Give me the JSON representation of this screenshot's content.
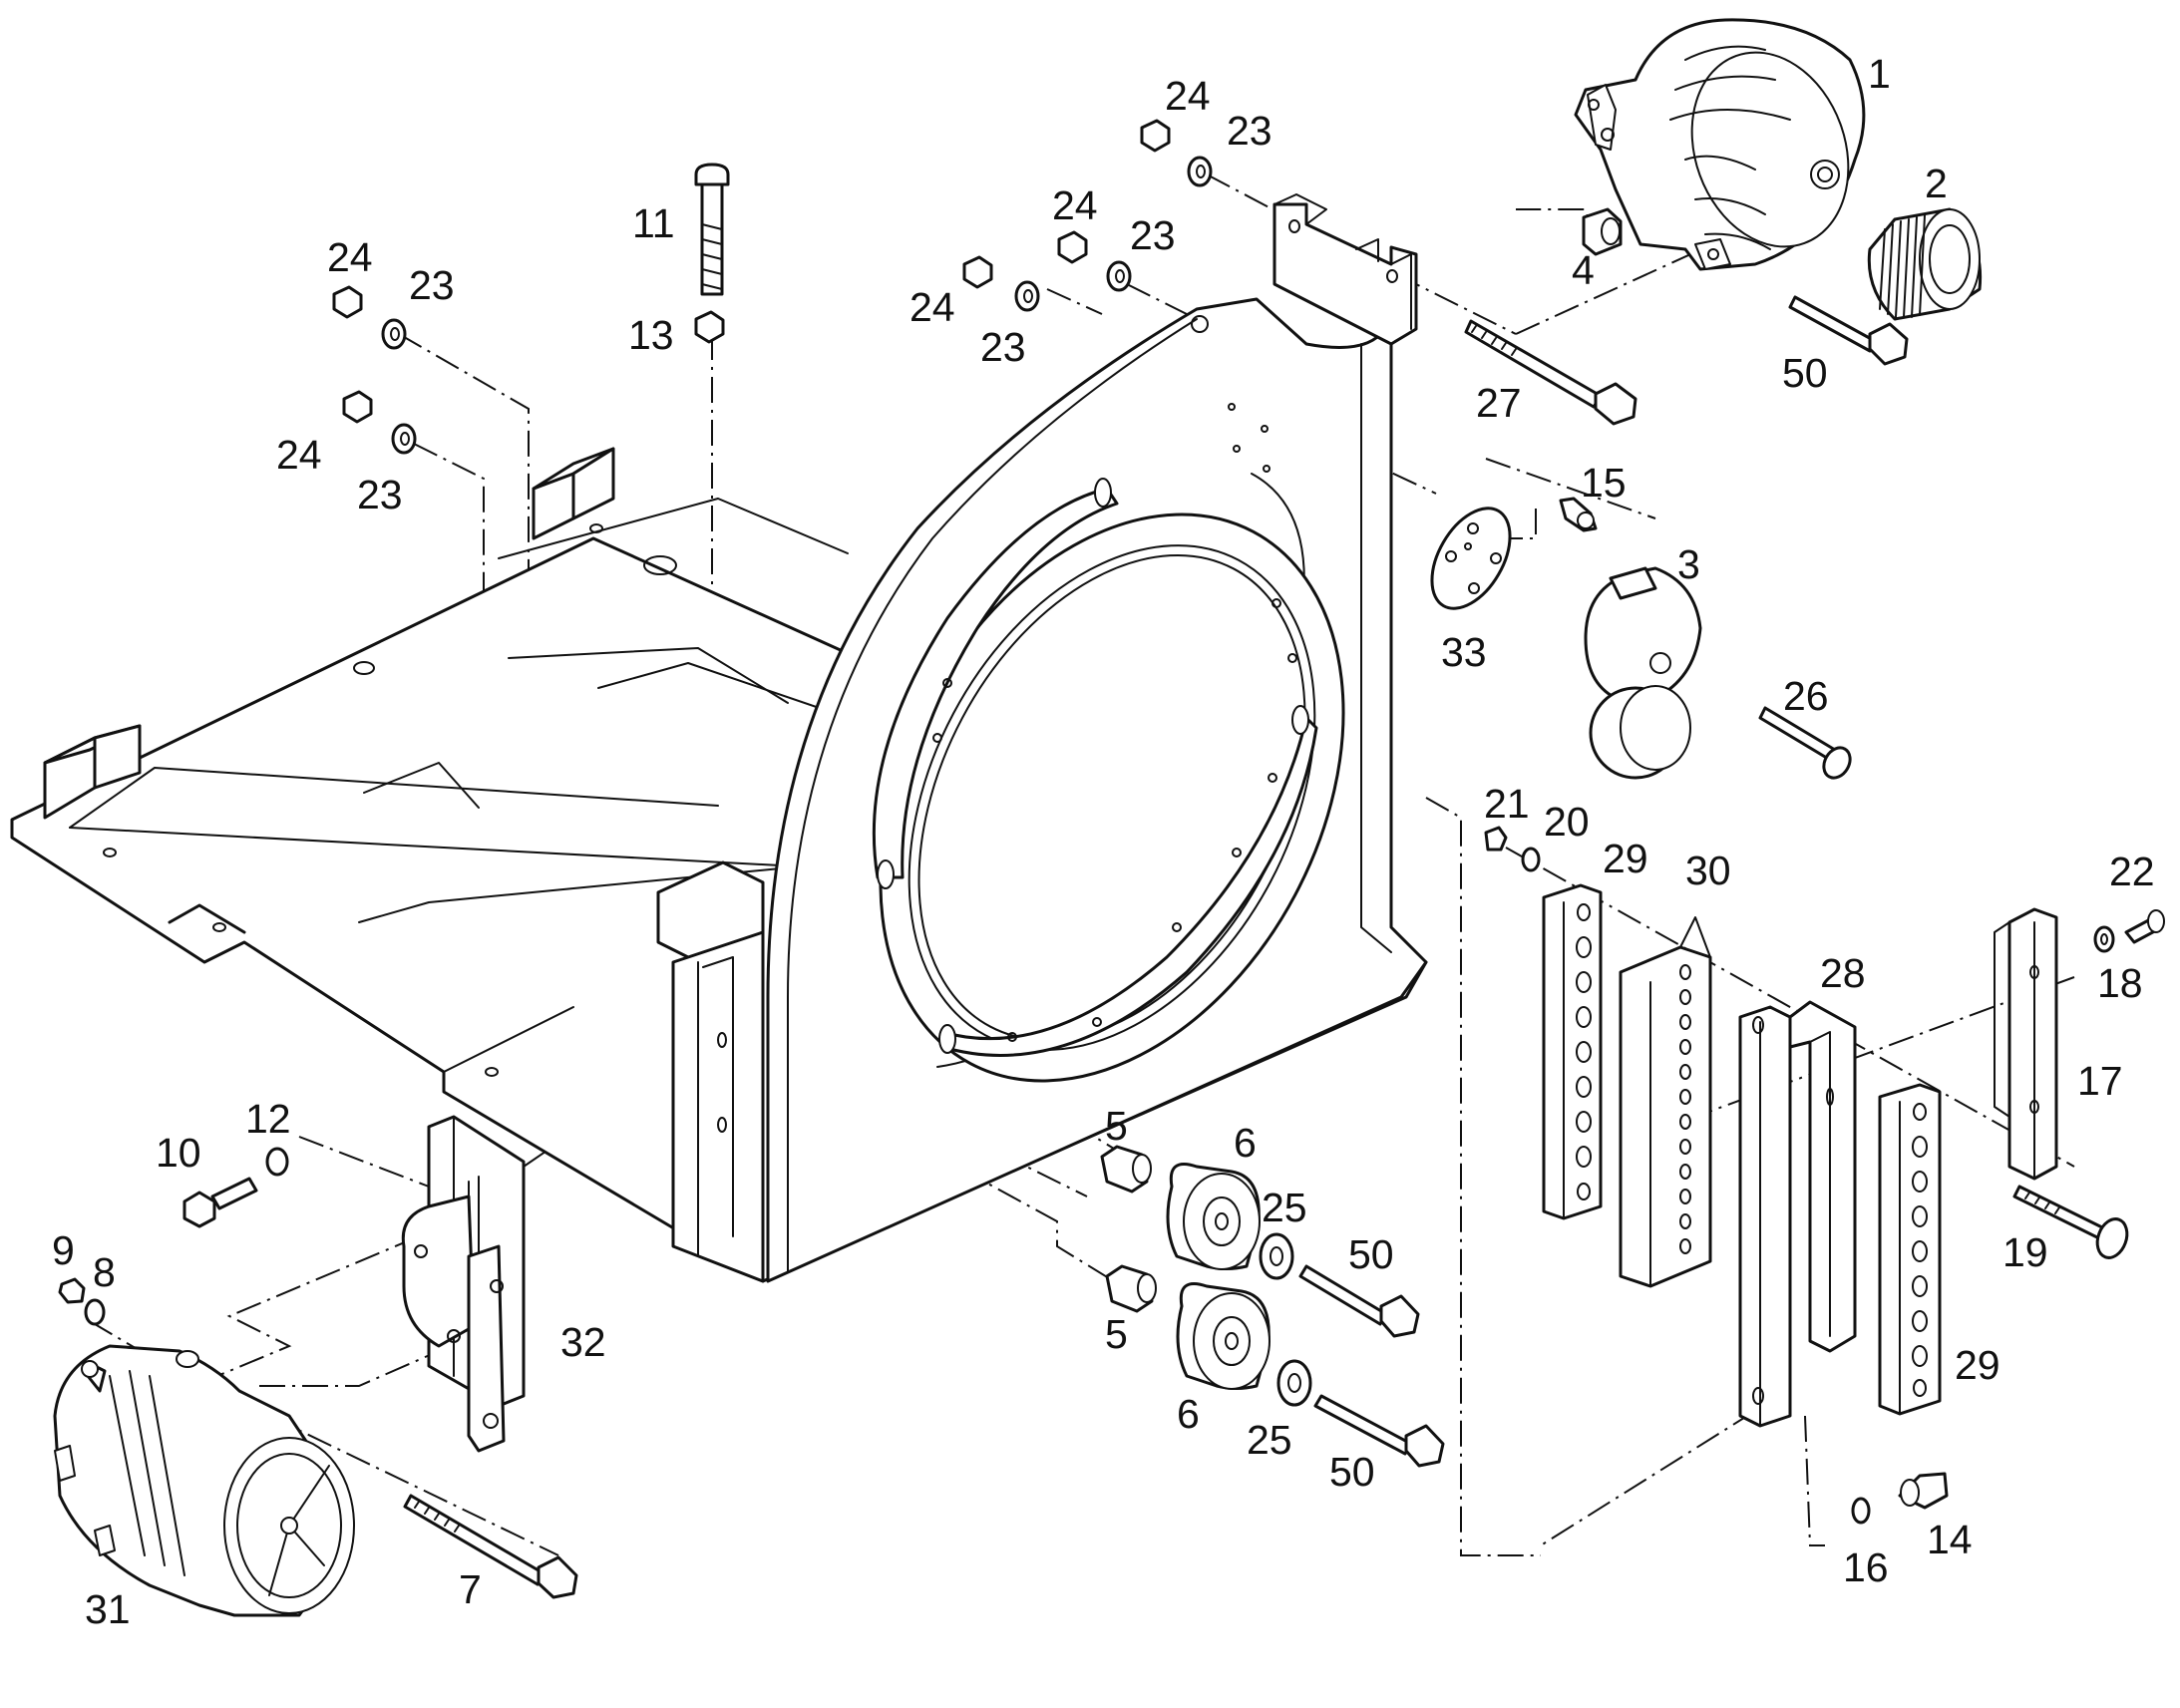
{
  "callouts": [
    {
      "id": "c1",
      "text": "1"
    },
    {
      "id": "c2",
      "text": "2"
    },
    {
      "id": "c3",
      "text": "3"
    },
    {
      "id": "c4",
      "text": "4"
    },
    {
      "id": "c5a",
      "text": "5"
    },
    {
      "id": "c5b",
      "text": "5"
    },
    {
      "id": "c6a",
      "text": "6"
    },
    {
      "id": "c6b",
      "text": "6"
    },
    {
      "id": "c7",
      "text": "7"
    },
    {
      "id": "c8",
      "text": "8"
    },
    {
      "id": "c9",
      "text": "9"
    },
    {
      "id": "c10",
      "text": "10"
    },
    {
      "id": "c11",
      "text": "11"
    },
    {
      "id": "c12",
      "text": "12"
    },
    {
      "id": "c13",
      "text": "13"
    },
    {
      "id": "c14",
      "text": "14"
    },
    {
      "id": "c15",
      "text": "15"
    },
    {
      "id": "c16",
      "text": "16"
    },
    {
      "id": "c17",
      "text": "17"
    },
    {
      "id": "c18",
      "text": "18"
    },
    {
      "id": "c19",
      "text": "19"
    },
    {
      "id": "c20",
      "text": "20"
    },
    {
      "id": "c21",
      "text": "21"
    },
    {
      "id": "c22",
      "text": "22"
    },
    {
      "id": "c23a",
      "text": "23"
    },
    {
      "id": "c23b",
      "text": "23"
    },
    {
      "id": "c23c",
      "text": "23"
    },
    {
      "id": "c23d",
      "text": "23"
    },
    {
      "id": "c23e",
      "text": "23"
    },
    {
      "id": "c24a",
      "text": "24"
    },
    {
      "id": "c24b",
      "text": "24"
    },
    {
      "id": "c24c",
      "text": "24"
    },
    {
      "id": "c24d",
      "text": "24"
    },
    {
      "id": "c24e",
      "text": "24"
    },
    {
      "id": "c25a",
      "text": "25"
    },
    {
      "id": "c25b",
      "text": "25"
    },
    {
      "id": "c26",
      "text": "26"
    },
    {
      "id": "c27",
      "text": "27"
    },
    {
      "id": "c28",
      "text": "28"
    },
    {
      "id": "c29a",
      "text": "29"
    },
    {
      "id": "c29b",
      "text": "29"
    },
    {
      "id": "c30",
      "text": "30"
    },
    {
      "id": "c31",
      "text": "31"
    },
    {
      "id": "c32",
      "text": "32"
    },
    {
      "id": "c33",
      "text": "33"
    },
    {
      "id": "c50a",
      "text": "50"
    },
    {
      "id": "c50b",
      "text": "50"
    },
    {
      "id": "c50c",
      "text": "50"
    }
  ]
}
